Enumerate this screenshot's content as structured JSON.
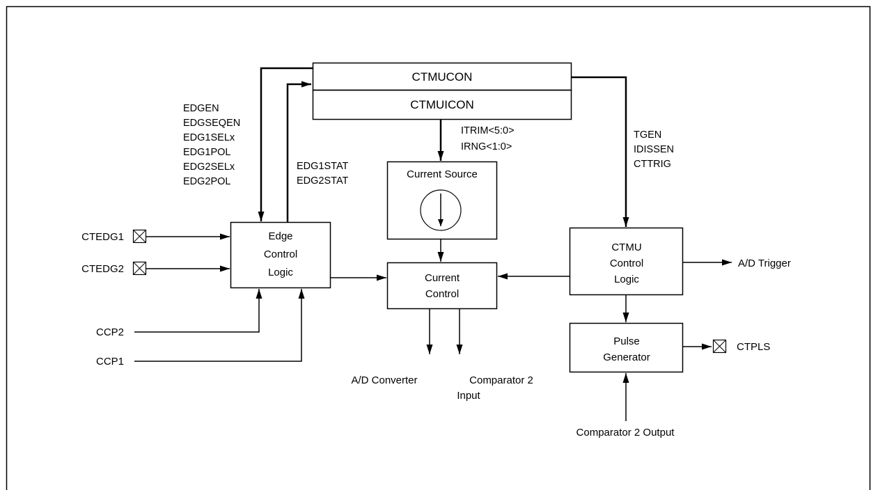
{
  "blocks": {
    "ctmucon": "CTMUCON",
    "ctmuicon": "CTMUICON",
    "current_source": "Current Source",
    "edge_control": [
      "Edge",
      "Control",
      "Logic"
    ],
    "current_control": [
      "Current",
      "Control"
    ],
    "ctmu_control": [
      "CTMU",
      "Control",
      "Logic"
    ],
    "pulse_generator": [
      "Pulse",
      "Generator"
    ]
  },
  "pins": {
    "ctedg1": "CTEDG1",
    "ctedg2": "CTEDG2",
    "ctpls": "CTPLS"
  },
  "inputs": {
    "ccp2": "CCP2",
    "ccp1": "CCP1",
    "comparator2_output": "Comparator 2 Output"
  },
  "outputs": {
    "ad_converter": "A/D Converter",
    "comparator2_input": [
      "Comparator 2",
      "Input"
    ],
    "ad_trigger": "A/D Trigger"
  },
  "signals": {
    "edge_config": [
      "EDGEN",
      "EDGSEQEN",
      "EDG1SELx",
      "EDG1POL",
      "EDG2SELx",
      "EDG2POL"
    ],
    "edge_status": [
      "EDG1STAT",
      "EDG2STAT"
    ],
    "trim_range": [
      "ITRIM<5:0>",
      "IRNG<1:0>"
    ],
    "ctmu_config": [
      "TGEN",
      "IDISSEN",
      "CTTRIG"
    ]
  }
}
